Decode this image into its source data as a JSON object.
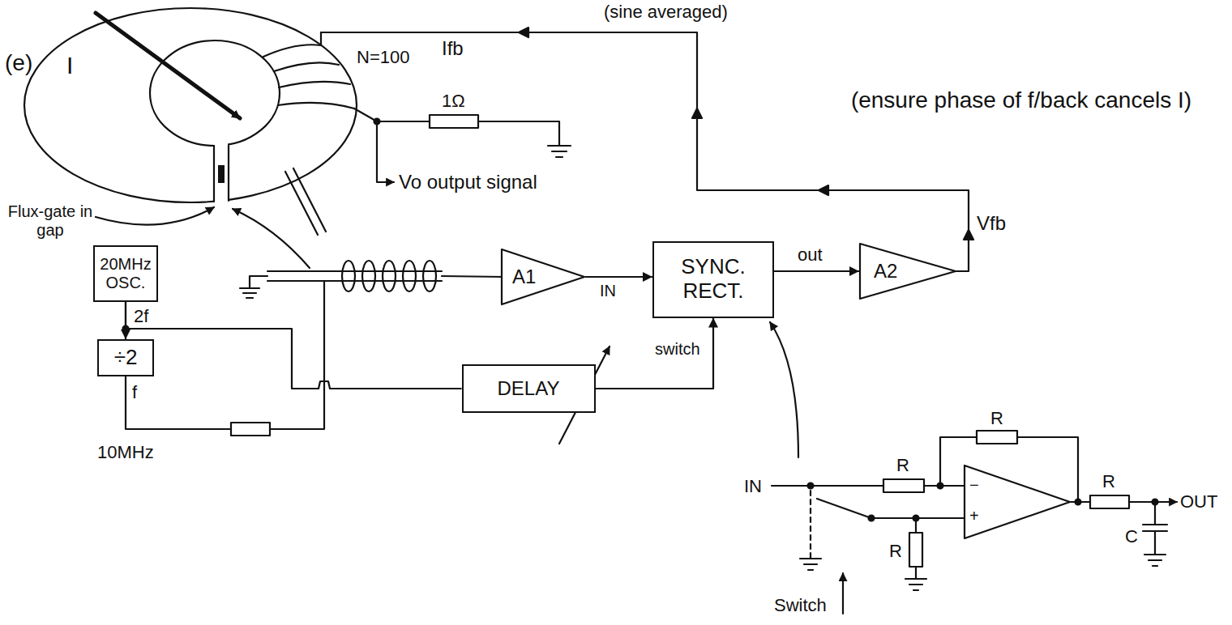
{
  "diagram": {
    "nodes": [
      {
        "text": [
          "20MHz OSC."
        ]
      },
      {
        "text": [
          "÷2"
        ]
      },
      {
        "text": [
          "DELAY"
        ]
      },
      {
        "text": [
          "A1"
        ]
      },
      {
        "text": [
          "SYNC. RECT."
        ]
      },
      {
        "text": [
          "A2"
        ]
      }
    ],
    "edges": [
      {
        "from": 0,
        "to": 1,
        "arrow": "to",
        "label": "2f"
      },
      {
        "from": 0,
        "to": 2,
        "arrow": "none"
      },
      {
        "from": 2,
        "to": 4,
        "arrow": "to",
        "label": "switch"
      },
      {
        "from": 3,
        "to": 4,
        "arrow": "to",
        "label": "IN"
      },
      {
        "from": 4,
        "to": 5,
        "arrow": "to",
        "label": "out"
      }
    ],
    "labels": [
      "(sine averaged)",
      "(e)",
      "I",
      "N=100",
      "Ifb",
      "1Ω",
      "Vo output signal",
      "(ensure phase of f/back cancels I)",
      "Flux-gate in gap",
      "f",
      "10MHz",
      "Vfb",
      "IN",
      "R",
      "R",
      "R",
      "R",
      "C",
      "OUT",
      "−",
      "+",
      "Switch"
    ]
  }
}
